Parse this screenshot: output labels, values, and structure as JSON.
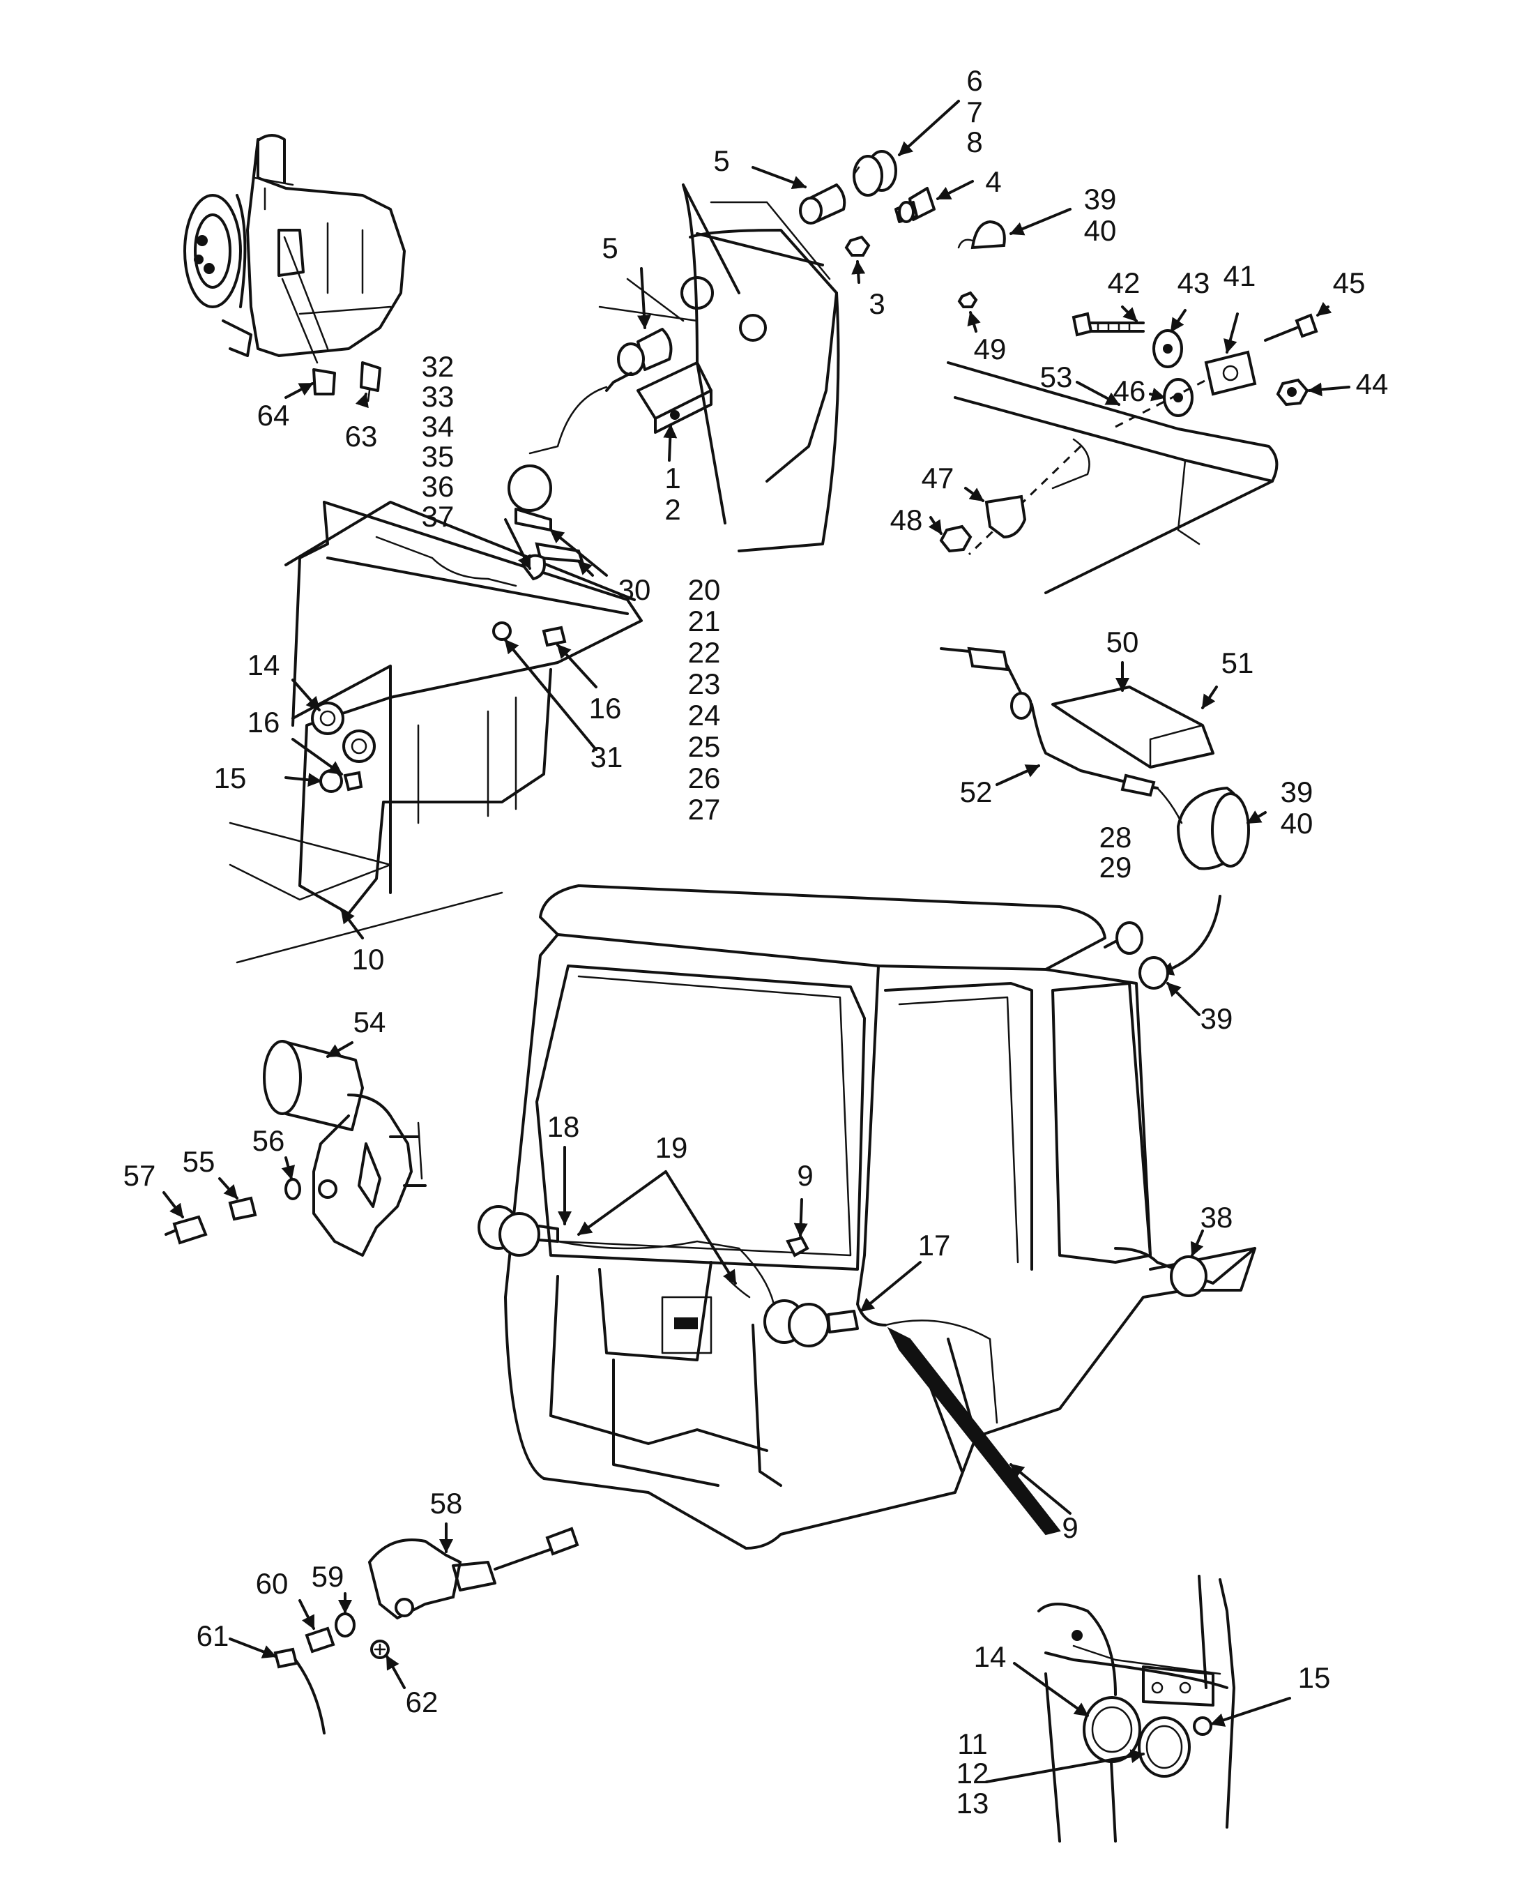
{
  "callouts": {
    "c1": "1",
    "c2": "2",
    "c3": "3",
    "c4": "4",
    "c5a": "5",
    "c5b": "5",
    "c6": "6",
    "c7": "7",
    "c8": "8",
    "c9a": "9",
    "c9b": "9",
    "c10": "10",
    "c11": "11",
    "c12": "12",
    "c13": "13",
    "c14a": "14",
    "c14b": "14",
    "c15a": "15",
    "c15b": "15",
    "c16a": "16",
    "c16b": "16",
    "c17": "17",
    "c18": "18",
    "c19": "19",
    "c20": "20",
    "c21": "21",
    "c22": "22",
    "c23": "23",
    "c24": "24",
    "c25": "25",
    "c26": "26",
    "c27": "27",
    "c28": "28",
    "c29": "29",
    "c30": "30",
    "c31": "31",
    "c32": "32",
    "c33": "33",
    "c34": "34",
    "c35": "35",
    "c36": "36",
    "c37": "37",
    "c38": "38",
    "c39a": "39",
    "c40a": "40",
    "c39b": "39",
    "c40b": "40",
    "c39c": "39",
    "c41": "41",
    "c42": "42",
    "c43": "43",
    "c44": "44",
    "c45": "45",
    "c46": "46",
    "c47": "47",
    "c48": "48",
    "c49": "49",
    "c50": "50",
    "c51": "51",
    "c52": "52",
    "c53": "53",
    "c54": "54",
    "c55": "55",
    "c56": "56",
    "c57": "57",
    "c58": "58",
    "c59": "59",
    "c60": "60",
    "c61": "61",
    "c62": "62",
    "c63": "63",
    "c64": "64"
  }
}
